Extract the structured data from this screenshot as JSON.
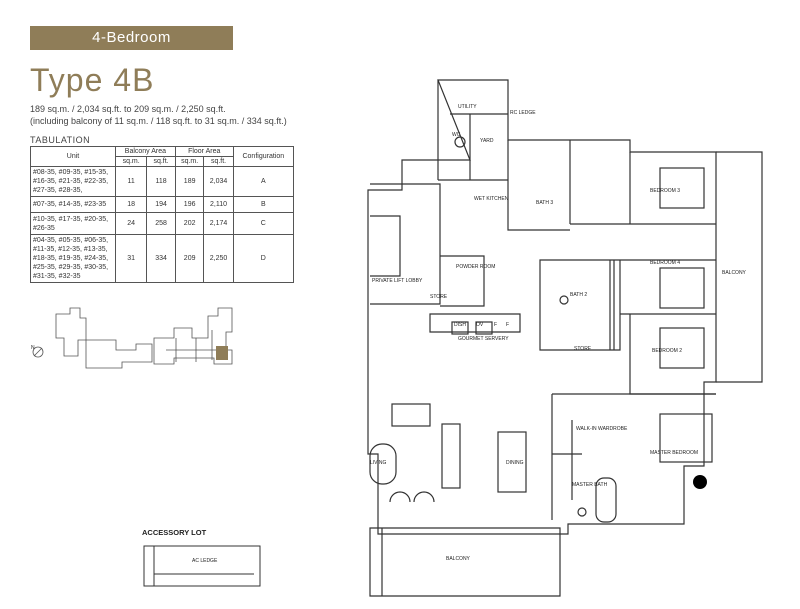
{
  "header": {
    "banner": "4-Bedroom",
    "type_title": "Type 4B",
    "area_line1": "189 sq.m. / 2,034 sq.ft. to 209 sq.m. / 2,250 sq.ft.",
    "area_line2": "(including balcony of 11 sq.m. / 118 sq.ft. to 31 sq.m. / 334 sq.ft.)"
  },
  "tabulation": {
    "label": "TABULATION",
    "headers": {
      "unit": "Unit",
      "balcony": "Balcony Area",
      "floor": "Floor Area",
      "config": "Configuration",
      "sqm": "sq.m.",
      "sqft": "sq.ft."
    },
    "rows": [
      {
        "units": "#08-35, #09-35, #15-35, #16-35, #21-35, #22-35, #27-35, #28-35,",
        "bal_sqm": "11",
        "bal_sqft": "118",
        "floor_sqm": "189",
        "floor_sqft": "2,034",
        "config": "A"
      },
      {
        "units": "#07-35, #14-35, #23-35",
        "bal_sqm": "18",
        "bal_sqft": "194",
        "floor_sqm": "196",
        "floor_sqft": "2,110",
        "config": "B"
      },
      {
        "units": "#10-35, #17-35, #20-35, #26-35",
        "bal_sqm": "24",
        "bal_sqft": "258",
        "floor_sqm": "202",
        "floor_sqft": "2,174",
        "config": "C"
      },
      {
        "units": "#04-35, #05-35, #06-35, #11-35, #12-35, #13-35, #18-35, #19-35, #24-35, #25-35, #29-35, #30-35, #31-35, #32-35",
        "bal_sqm": "31",
        "bal_sqft": "334",
        "floor_sqm": "209",
        "floor_sqft": "2,250",
        "config": "D"
      }
    ]
  },
  "keyplan": {
    "north": "N"
  },
  "floorplan": {
    "utility": "UTILITY",
    "rc_ledge": "RC LEDGE",
    "yard": "YARD",
    "wc": "WC",
    "wet_kitchen": "WET KITCHEN",
    "bath3": "BATH 3",
    "bedroom3": "BEDROOM 3",
    "bedroom4": "BEDROOM 4",
    "balcony_side": "BALCONY",
    "private_lift_lobby": "PRIVATE LIFT LOBBY",
    "powder_room": "POWDER ROOM",
    "store1": "STORE",
    "bath2": "BATH 2",
    "store2": "STORE",
    "bedroom2": "BEDROOM 2",
    "gourmet_servery": "GOURMET SERVERY",
    "living": "LIVING",
    "dining": "DINING",
    "walkin_wardrobe": "WALK-IN WARDROBE",
    "master_bedroom": "MASTER BEDROOM",
    "master_bath": "MASTER BATH",
    "balcony_bottom": "BALCONY",
    "appliances": [
      "DISH",
      "OV",
      "F",
      "F"
    ]
  },
  "accessory": {
    "title": "ACCESSORY LOT",
    "ac_ledge": "AC LEDGE"
  },
  "colors": {
    "accent": "#8f7d58"
  }
}
